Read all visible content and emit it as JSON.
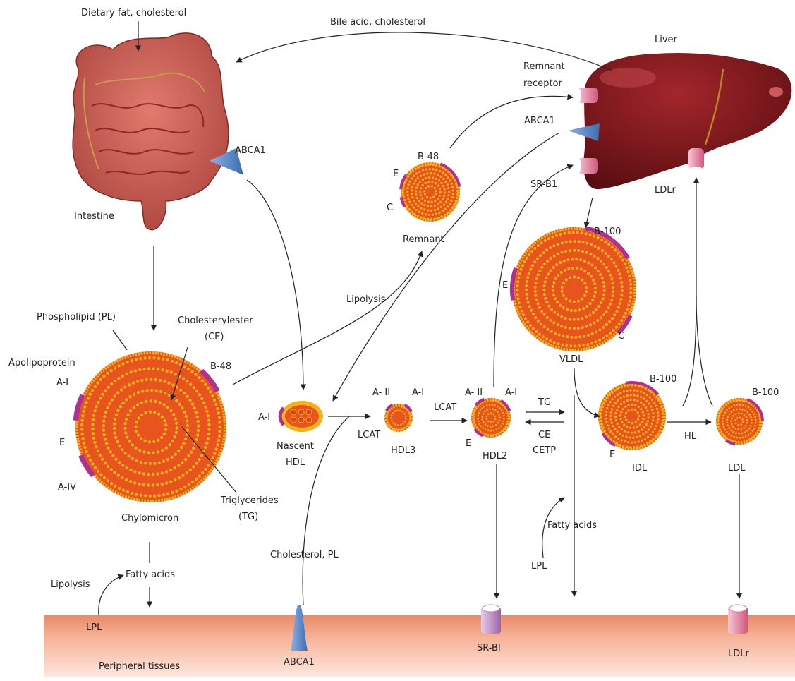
{
  "labels": {
    "dietary": "Dietary fat, cholesterol",
    "bile": "Bile acid, cholesterol",
    "liver": "Liver",
    "remnant_receptor_1": "Remnant",
    "remnant_receptor_2": "receptor",
    "abca1_liver": "ABCA1",
    "srb1_liver": "SR-B1",
    "ldlr_liver": "LDLr",
    "abca1_intestine": "ABCA1",
    "intestine": "Intestine",
    "b48_remnant": "B-48",
    "e_remnant": "E",
    "c_remnant": "C",
    "remnant": "Remnant",
    "lipolysis_top": "Lipolysis",
    "phospholipid": "Phospholipid (PL)",
    "cholesterylester_1": "Cholesterylester",
    "cholesterylester_2": "(CE)",
    "apolipoprotein": "Apolipoprotein",
    "ai_chylo": "A-I",
    "b48_chylo": "B-48",
    "e_chylo": "E",
    "aiv_chylo": "A-IV",
    "chylomicron": "Chylomicron",
    "triglycerides_1": "Triglycerides",
    "triglycerides_2": "(TG)",
    "b100_vldl": "B-100",
    "e_vldl": "E",
    "c_vldl": "C",
    "vldl": "VLDL",
    "ai_nascent": "A-I",
    "nascent_1": "Nascent",
    "nascent_2": "HDL",
    "aii_hdl3": "A- II",
    "ai_hdl3": "A-I",
    "lcat_1": "LCAT",
    "hdl3": "HDL3",
    "lcat_2": "LCAT",
    "aii_hdl2": "A- II",
    "ai_hdl2": "A-I",
    "e_hdl2": "E",
    "hdl2": "HDL2",
    "tg_exchange": "TG",
    "ce_exchange": "CE",
    "cetp": "CETP",
    "b100_idl": "B-100",
    "e_idl": "E",
    "idl": "IDL",
    "hl": "HL",
    "b100_ldl": "B-100",
    "ldl": "LDL",
    "fatty_acids_mid": "Fatty acids",
    "lpl_mid": "LPL",
    "cholesterol_pl": "Cholesterol, PL",
    "lipolysis_bottom": "Lipolysis",
    "fatty_acids_bottom": "Fatty acids",
    "lpl_bottom": "LPL",
    "peripheral": "Peripheral tissues",
    "abca1_periph": "ABCA1",
    "srbi_periph": "SR-BI",
    "ldlr_periph": "LDLr"
  },
  "colors": {
    "particle_core": "#e8541e",
    "particle_shell": "#f2b21c",
    "apoprotein": "#b0308f",
    "liver": "#7a1518",
    "intestine": "#c8524a",
    "tissue": "#f2a17f",
    "receptor_pink": "#e48aa8",
    "receptor_purple": "#c495c9",
    "abca1": "#5b86c6"
  }
}
